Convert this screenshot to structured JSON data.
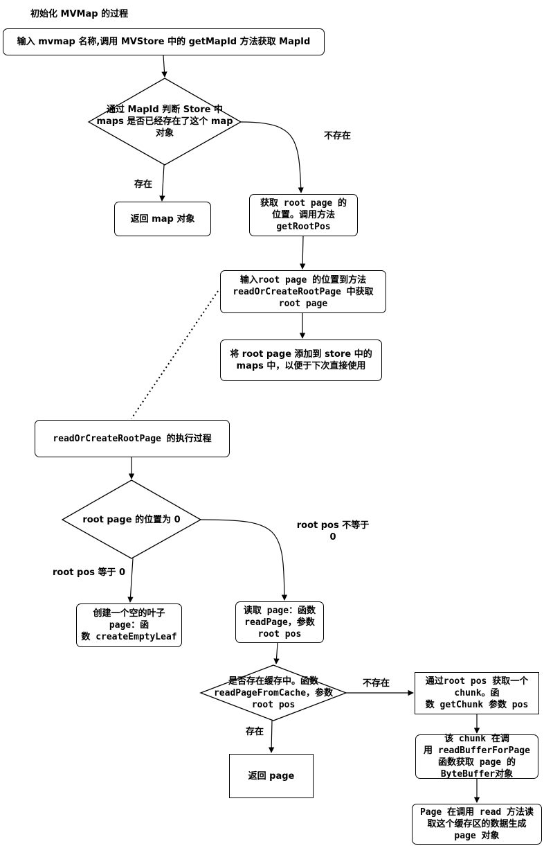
{
  "title": "初始化 MVMap 的过程",
  "nodes": {
    "input_name": "输入 mvmap 名称,调用 MVStore 中的 getMapId 方法获取 MapId",
    "check_exists": "通过 MapId 判断 Store 中\nmaps 是否已经存在了这个 map\n对象",
    "return_map": "返回 map 对象",
    "get_root_pos": "获取 root page 的\n位置。调用方法\ngetRootPos",
    "read_root_page": "输入root page 的位置到方法\nreadOrCreateRootPage 中获取\nroot page",
    "add_to_maps": "将 root page 添加到 store 中的\nmaps 中，以便于下次直接使用",
    "exec_process": "readOrCreateRootPage 的执行过程",
    "pos_zero": "root page 的位置为 0",
    "create_leaf": "创建一个空的叶子\npage：函\n数 createEmptyLeaf",
    "read_page": "读取 page：函数\nreadPage，参数\nroot pos",
    "in_cache": "是否存在缓存中。函数\nreadPageFromCache，参数\nroot pos",
    "return_page": "返回 page",
    "get_chunk": "通过root pos 获取一个\nchunk。函\n数 getChunk 参数 pos",
    "read_buffer": "该 chunk 在调\n用 readBufferForPage\n函数获取 page 的\nByteBuffer对象",
    "generate_page": "Page 在调用 read 方法读\n取这个缓存区的数据生成\npage 对象"
  },
  "edge_labels": {
    "not_exists_1": "不存在",
    "exists_1": "存在",
    "pos_not_zero": "root pos 不等于\n0",
    "pos_equals_zero": "root pos 等于 0",
    "not_exists_2": "不存在",
    "exists_2": "存在"
  }
}
